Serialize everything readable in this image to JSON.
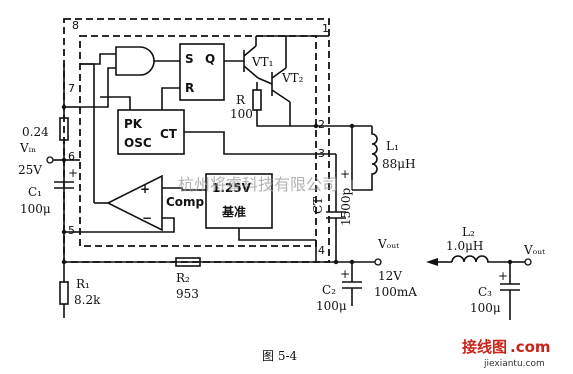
{
  "pins": [
    "1",
    "2",
    "3",
    "4",
    "5",
    "6",
    "7",
    "8"
  ],
  "blocks": {
    "latch_s": "S",
    "latch_q": "Q",
    "latch_r": "R",
    "osc_line1": "PK",
    "osc_line2": "OSC",
    "osc_ct": "CT",
    "comp": "Comp",
    "ref_value": "1.25V",
    "ref_name": "基准"
  },
  "components": {
    "vt1": "VT₁",
    "vt2": "VT₂",
    "r_base_name": "R",
    "r_base_value": "100",
    "r_sense_value": "0.24",
    "vin_label": "Vᵢₙ",
    "vin_value": "25V",
    "c1_name": "C₁",
    "c1_value": "100μ",
    "l1_name": "L₁",
    "l1_value": "88μH",
    "ct_name": "CT",
    "ct_value": "1500p",
    "r1_name": "R₁",
    "r1_value": "8.2k",
    "r2_name": "R₂",
    "r2_value": "953",
    "vout_label": "Vₒᵤₜ",
    "vout_value": "12V",
    "iout_value": "100mA",
    "c2_name": "C₂",
    "c2_value": "100μ",
    "l2_name": "L₂",
    "l2_value": "1.0μH",
    "vout2_label": "Vₒᵤₜ",
    "c3_name": "C₃",
    "c3_value": "100μ",
    "plus": "+",
    "minus": "−"
  },
  "caption": "图 5-4",
  "watermark": "杭州将睿科技有限公司",
  "logo": {
    "text": "接线图",
    "suffix": ".com",
    "url": "jiexiantu.com"
  }
}
